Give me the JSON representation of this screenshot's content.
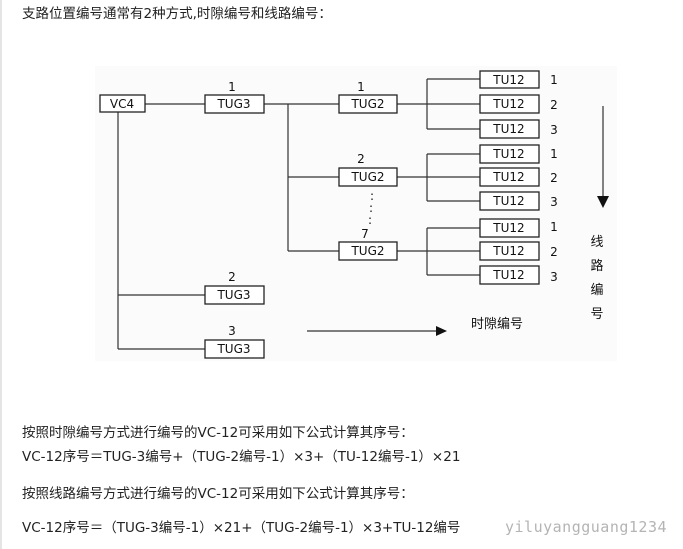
{
  "intro": "支路位置编号通常有2种方式,时隙编号和线路编号：",
  "diagram": {
    "vc4": "VC4",
    "tug3": [
      {
        "label": "TUG3",
        "num": "1"
      },
      {
        "label": "TUG3",
        "num": "2"
      },
      {
        "label": "TUG3",
        "num": "3"
      }
    ],
    "tug2": [
      {
        "label": "TUG2",
        "num": "1"
      },
      {
        "label": "TUG2",
        "num": "2"
      },
      {
        "label": "TUG2",
        "num": "7"
      }
    ],
    "tu12": [
      {
        "label": "TU12",
        "num": "1"
      },
      {
        "label": "TU12",
        "num": "2"
      },
      {
        "label": "TU12",
        "num": "3"
      },
      {
        "label": "TU12",
        "num": "1"
      },
      {
        "label": "TU12",
        "num": "2"
      },
      {
        "label": "TU12",
        "num": "3"
      },
      {
        "label": "TU12",
        "num": "1"
      },
      {
        "label": "TU12",
        "num": "2"
      },
      {
        "label": "TU12",
        "num": "3"
      }
    ],
    "ellipsis": ":",
    "timeslot_label": "时隙编号",
    "line_label": "线路编号"
  },
  "formula1_title": "按照时隙编号方式进行编号的VC-12可采用如下公式计算其序号：",
  "formula1": "VC-12序号＝TUG-3编号+（TUG-2编号-1）×3+（TU-12编号-1）×21",
  "formula2_title": "按照线路编号方式进行编号的VC-12可采用如下公式计算其序号：",
  "formula2": "VC-12序号＝（TUG-3编号-1）×21+（TUG-2编号-1）×3+TU-12编号",
  "watermark": "yiluyangguang1234"
}
